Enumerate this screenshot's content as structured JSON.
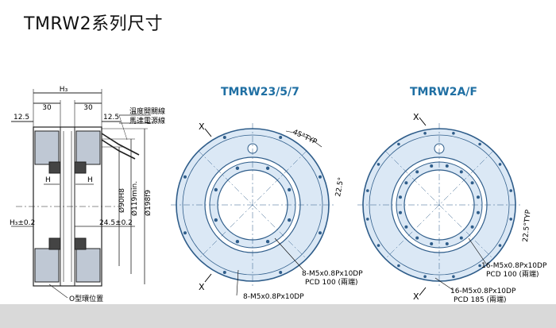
{
  "title": "TMRW2系列尺寸",
  "colors": {
    "title_accent": "#1f6fa3",
    "ring_fill": "#dbe8f5",
    "ring_stroke": "#2f5d8a",
    "section_stroke": "#202020",
    "hatch_fill": "#bfc8d4"
  },
  "section_view": {
    "h3": "H₃",
    "dim_30_left": "30",
    "dim_30_right": "30",
    "dim_12_5_left": "12.5",
    "dim_12_5_right": "12.5",
    "h_left": "H",
    "h_right": "H",
    "h_tol": "H₃±0.2",
    "offset": "24.5±0.2",
    "bore": "Ø90H8",
    "min_dia": "Ø119min.",
    "outer_dia": "Ø198f9",
    "cable_1": "溫度開關線",
    "cable_2": "馬達電源線",
    "oring": "O型環位置"
  },
  "view_a": {
    "title": "TMRW23/5/7",
    "x_top": "X",
    "x_bottom": "X",
    "angle_45": "45°TYP",
    "angle_22_5": "22.5°",
    "holes_inner": "8-M5x0.8Px10DP",
    "pcd_inner": "PCD 100 (兩端)",
    "holes_outer": "8-M5x0.8Px10DP"
  },
  "view_b": {
    "title": "TMRW2A/F",
    "x_top": "X",
    "x_bottom": "X",
    "angle_22_5": "22.5°TYP",
    "holes_inner": "16-M5x0.8Px10DP",
    "pcd_inner": "PCD 100 (兩端)",
    "holes_outer": "16-M5x0.8Px10DP",
    "pcd_outer": "PCD 185 (兩端)"
  }
}
